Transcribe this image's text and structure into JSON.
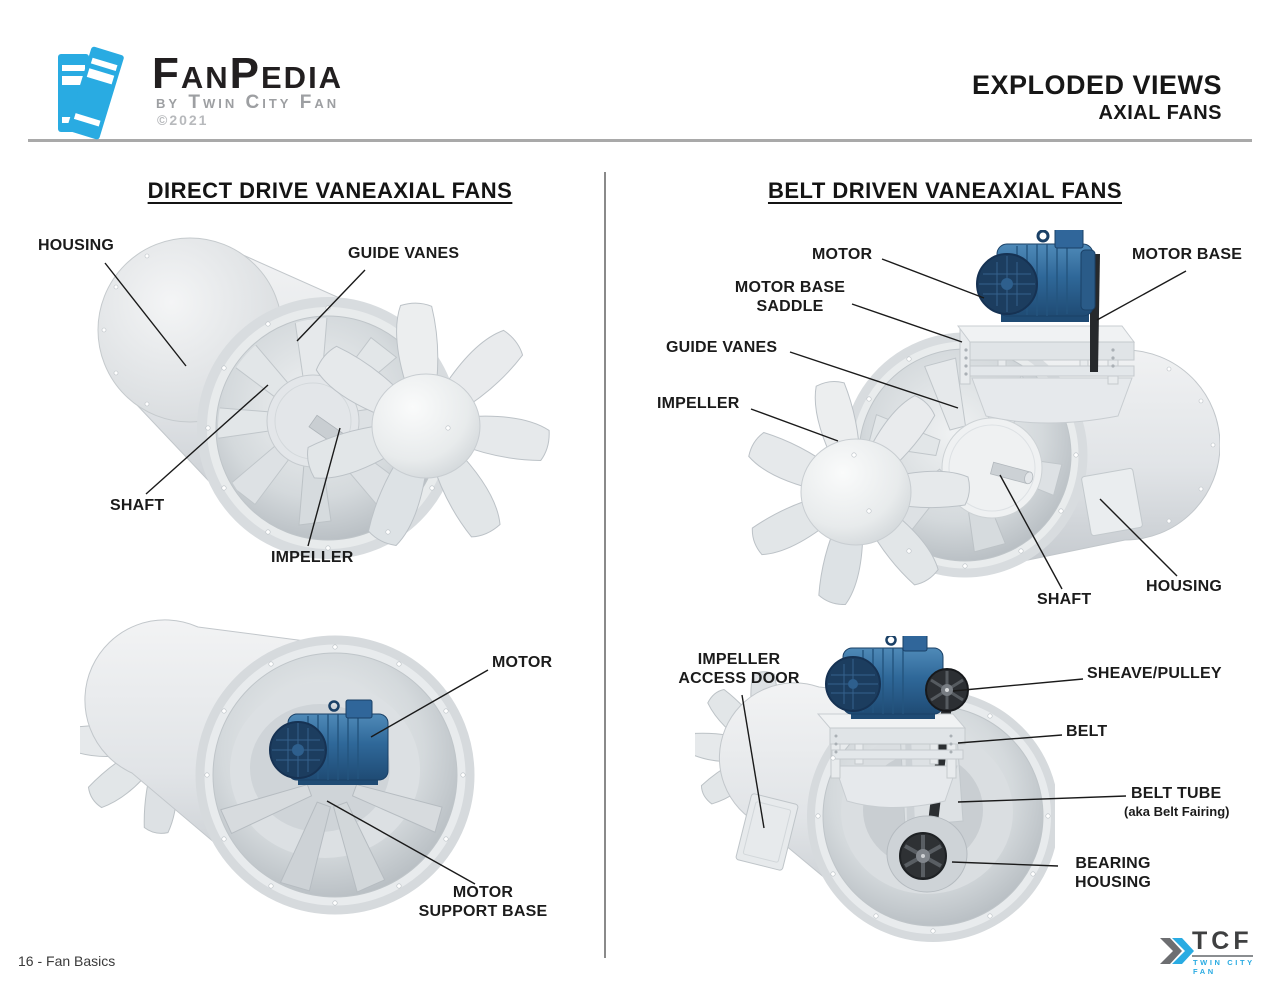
{
  "header": {
    "logo": {
      "brand": "FanPedia",
      "byline": "by Twin City Fan",
      "copyright": "©2021"
    },
    "title": "EXPLODED VIEWS",
    "subtitle": "AXIAL FANS"
  },
  "sections": {
    "left_title": "DIRECT DRIVE VANEAXIAL FANS",
    "right_title": "BELT DRIVEN VANEAXIAL FANS"
  },
  "labels": {
    "dd_top": {
      "housing": "HOUSING",
      "guide_vanes": "GUIDE VANES",
      "shaft": "SHAFT",
      "impeller": "IMPELLER"
    },
    "dd_bottom": {
      "motor": "MOTOR",
      "motor_support_base": "MOTOR SUPPORT BASE"
    },
    "bd_top": {
      "motor": "MOTOR",
      "motor_base": "MOTOR BASE",
      "motor_base_saddle": "MOTOR BASE SADDLE",
      "guide_vanes": "GUIDE VANES",
      "impeller": "IMPELLER",
      "shaft": "SHAFT",
      "housing": "HOUSING"
    },
    "bd_bottom": {
      "impeller_access_door": "IMPELLER ACCESS DOOR",
      "sheave_pulley": "SHEAVE/PULLEY",
      "belt": "BELT",
      "belt_tube": "BELT TUBE",
      "belt_tube_note": "(aka Belt Fairing)",
      "bearing_housing": "BEARING HOUSING"
    }
  },
  "footer": {
    "page_label": "16 - Fan Basics",
    "tcf_name": "TCF",
    "tcf_subtext": "Twin City Fan"
  },
  "colors": {
    "brand_blue": "#29ABE2",
    "motor_blue": "#2F6899",
    "text_black": "#1B1B1B",
    "line_gray": "#8A8D90"
  }
}
